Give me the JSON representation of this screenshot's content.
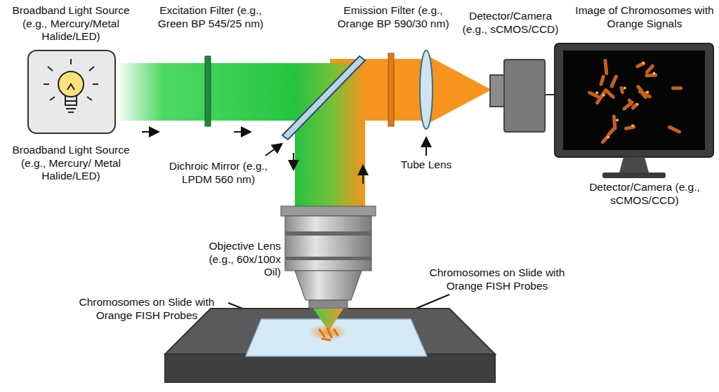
{
  "diagram": {
    "labels": [
      "Broadband Light Source (e.g., Mercury/Metal Halide/LED)",
      "Broadband Light Source (e.g., Mercury/ Metal Halide/LED)",
      "Excitation Filter (e.g., Green BP 545/25 nm)",
      "Emission Filter (e.g., Orange BP 590/30 nm)",
      "Detector/Camera (e.g., sCMOS/CCD)",
      "Image of Chromosomes with Orange Signals",
      "Detector/Camera (e.g., sCMOS/CCD)",
      "Dichroic Mirror (e.g., LPDM 560 nm)",
      "Tube Lens",
      "Objective Lens (e.g., 60x/100x Oil)",
      "Chromosomes on Slide with Orange FISH Probes",
      "Chromosomes on Slide with Orange FISH Probes"
    ]
  }
}
